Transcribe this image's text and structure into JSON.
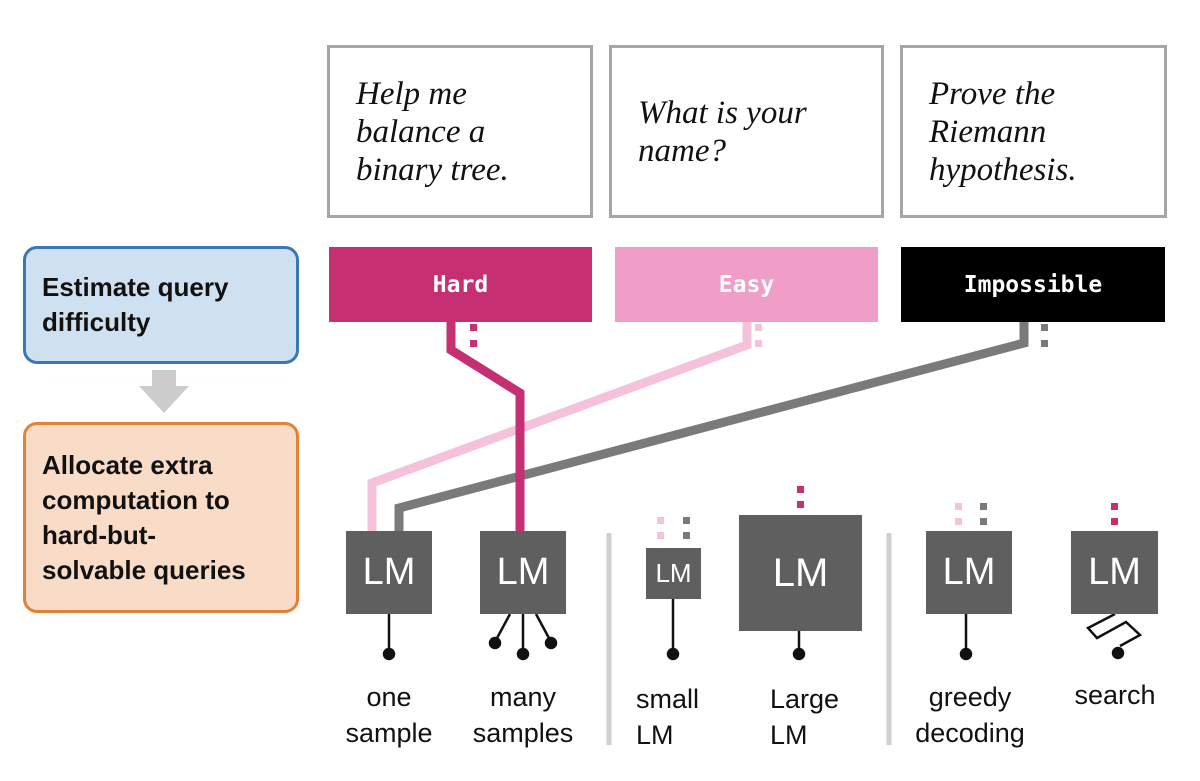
{
  "queries": [
    {
      "lines": [
        "Help me",
        "balance a",
        "binary tree."
      ]
    },
    {
      "lines": [
        "What is your",
        "name?"
      ]
    },
    {
      "lines": [
        "Prove the",
        "Riemann",
        "hypothesis."
      ]
    }
  ],
  "difficulties": [
    {
      "label": "Hard",
      "color": "#c62f72"
    },
    {
      "label": "Easy",
      "color": "#f09ec8"
    },
    {
      "label": "Impossible",
      "color": "#000000"
    }
  ],
  "steps": [
    {
      "lines": [
        "Estimate query",
        "difficulty"
      ],
      "border": "#3a78b5",
      "fill": "#cfe0f0"
    },
    {
      "lines": [
        "Allocate extra",
        "computation to",
        "hard-but-",
        "solvable queries"
      ],
      "border": "#e38134",
      "fill": "#f9dcc7"
    }
  ],
  "models": [
    {
      "text": "LM",
      "caption": [
        "one",
        "sample"
      ],
      "output": "single-sample-icon"
    },
    {
      "text": "LM",
      "caption": [
        "many",
        "samples"
      ],
      "output": "multi-sample-icon"
    },
    {
      "text": "LM",
      "caption": [
        "small",
        "LM"
      ],
      "output": "single-sample-icon"
    },
    {
      "text": "LM",
      "caption": [
        "Large",
        "LM"
      ],
      "output": "single-sample-icon"
    },
    {
      "text": "LM",
      "caption": [
        "greedy",
        "decoding"
      ],
      "output": "single-sample-icon"
    },
    {
      "text": "LM",
      "caption": [
        "search"
      ],
      "output": "search-path-icon"
    }
  ],
  "colors": {
    "box_gray": "#5f5f5f",
    "query_border": "#a6a6a6",
    "divider": "#d0d0d0",
    "arrow": "#cccccc"
  }
}
